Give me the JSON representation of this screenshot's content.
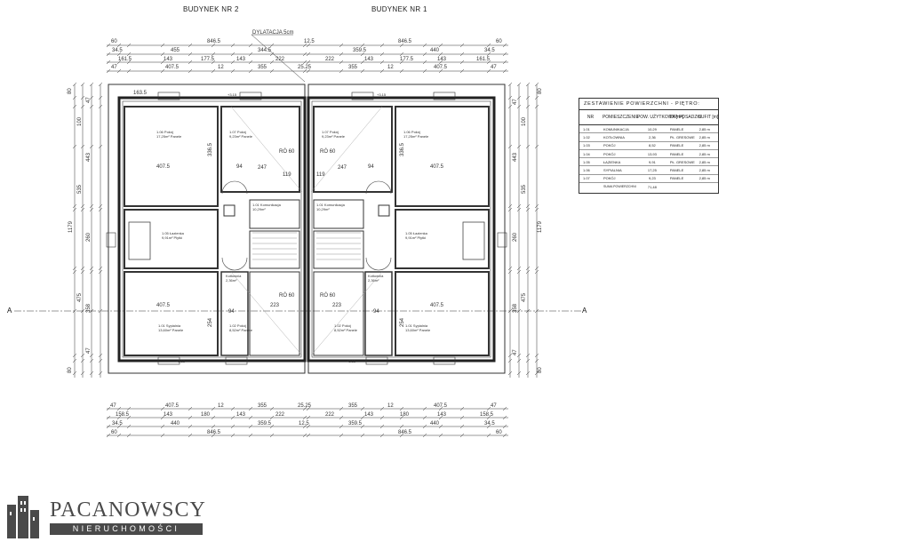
{
  "titles": {
    "building_left": "BUDYNEK NR 2",
    "building_right": "BUDYNEK NR  1",
    "dilatation": "DYLATACJA 5cm"
  },
  "section": {
    "left": "A",
    "right": "A"
  },
  "dims": {
    "top1": {
      "d60l": "60",
      "d8465l": "846.5",
      "d125": "12.5",
      "d8465r": "846.5",
      "d60r": "60"
    },
    "top2": {
      "a": "34.5",
      "b": "455",
      "c": "344.5",
      "d": "359.5",
      "e": "440",
      "f": "34.5"
    },
    "top3": {
      "a": "161.5",
      "b": "143",
      "c": "177.5",
      "d": "143",
      "e": "222",
      "f": "222",
      "g": "143",
      "h": "177.5",
      "i": "143",
      "j": "161.5"
    },
    "top4": {
      "a": "47",
      "b": "407.5",
      "c": "12",
      "d": "355",
      "e": "25.25",
      "f": "355",
      "g": "12",
      "h": "407.5",
      "i": "47"
    },
    "bottom1": {
      "a": "47",
      "b": "407.5",
      "c": "12",
      "d": "355",
      "e": "25.25",
      "f": "355",
      "g": "12",
      "h": "407.5",
      "i": "47"
    },
    "bottom2": {
      "a": "158.5",
      "b": "143",
      "c": "180",
      "d": "143",
      "e": "222",
      "f": "222",
      "g": "143",
      "h": "180",
      "i": "143",
      "j": "158.5"
    },
    "bottom3": {
      "a": "34.5",
      "b": "440",
      "c": "359.5",
      "d": "12.5",
      "e": "359.5",
      "f": "440",
      "g": "34.5"
    },
    "bottom4": {
      "a": "60",
      "b": "846.5",
      "c": "846.5",
      "d": "60"
    },
    "left": {
      "d80t": "80",
      "d47t": "47",
      "d100": "100",
      "d443": "443",
      "d535": "535",
      "d1179": "1179",
      "d260": "260",
      "d358": "358",
      "d475": "475",
      "d47b": "47",
      "d80b": "80"
    },
    "right": {
      "d80t": "80",
      "d47t": "47",
      "d100": "100",
      "d443": "443",
      "d535": "535",
      "d1179": "1179",
      "d260": "260",
      "d358": "358",
      "d475": "475",
      "d47b": "47",
      "d80b": "80"
    },
    "inner": {
      "w4075a": "407.5",
      "w4075b": "407.5",
      "w4075c": "407.5",
      "w4075d": "407.5",
      "w247a": "247",
      "w247b": "247",
      "w94a": "94",
      "w94b": "94",
      "w94c": "94",
      "w94d": "94",
      "w119a": "119",
      "w119b": "119",
      "w3365a": "336.5",
      "w3365b": "336.5",
      "w223a": "223",
      "w223b": "223",
      "w1635": "163.5",
      "w254a": "254",
      "w254b": "254",
      "r60a": "RÓ 60",
      "r60b": "RÓ 60",
      "r60c": "RÓ 60",
      "r60d": "RÓ 60"
    }
  },
  "rooms": {
    "l_pokoj_a": "1.06  Pokój\n17,25m²  Panele",
    "l_pokoj_b": "1.07  Pokój\n9,23m²  Panele",
    "l_lazienka": "1.05  Łazienka\n9,91m²  Płytki",
    "l_sypialnia": "1.01  Sypialnia\n13,60m²  Panele",
    "l_pokoj_c": "1.02  Pokój\n8,52m²  Panele",
    "l_kom": "1.01 Komunikacja\n10,29m²",
    "l_kot": "Kotłownia\n2,36m²",
    "r_pokoj_a": "1.06  Pokój\n17,25m²  Panele",
    "r_pokoj_b": "1.07  Pokój\n9,23m²  Panele",
    "r_lazienka": "1.05  Łazienka\n9,91m²  Płytki",
    "r_sypialnia": "1.01  Sypialnia\n13,60m²  Panele",
    "r_pokoj_c": "1.02  Pokój\n8,52m²  Panele",
    "r_kom": "1.01 Komunikacja\n10,29m²",
    "r_kot": "Kotłownia\n2,36m²"
  },
  "levels": {
    "a": "+3.15",
    "b": "+3.15",
    "c": "+3.15",
    "d": "+3.15"
  },
  "schedule": {
    "title": "ZESTAWIENIE POWIERZCHNI - PIĘTRO:",
    "headers": {
      "nr": "NR",
      "room": "POMIESZCZENIE",
      "area": "POW. UŻYTKOWA [m²]",
      "floor": "TYP POSADZKI",
      "ceil": "SUFIT [m]"
    },
    "rows": [
      {
        "nr": "1.01",
        "room": "KOMUNIKACJA",
        "area": "10,29",
        "floor": "PANELE",
        "ceil": "2,85 m"
      },
      {
        "nr": "1.02",
        "room": "KOTŁOWNIA",
        "area": "2,36",
        "floor": "PŁ. GRESOWE",
        "ceil": "2,85 m"
      },
      {
        "nr": "1.03",
        "room": "POKÓJ",
        "area": "8,52",
        "floor": "PANELE",
        "ceil": "2,85 m"
      },
      {
        "nr": "1.04",
        "room": "POKÓJ",
        "area": "13,93",
        "floor": "PANELE",
        "ceil": "2,85 m"
      },
      {
        "nr": "1.05",
        "room": "ŁAZIENKA",
        "area": "9,91",
        "floor": "PŁ. GRESOWE",
        "ceil": "2,85 m"
      },
      {
        "nr": "1.06",
        "room": "SYPIALNIA",
        "area": "17,25",
        "floor": "PANELE",
        "ceil": "2,85 m"
      },
      {
        "nr": "1.07",
        "room": "POKÓJ",
        "area": "9,23",
        "floor": "PANELE",
        "ceil": "2,85 m"
      }
    ],
    "sum_label": "SUMA POWIERZCHNI PIĘTRA",
    "sum_value": "71,48"
  },
  "logo": {
    "brand": "PACANOWSCY",
    "sub": "NIERUCHOMOŚCI"
  },
  "colors": {
    "line": "#222222",
    "thin": "#555555",
    "wall": "#333333",
    "logo": "#4a4a4a"
  }
}
